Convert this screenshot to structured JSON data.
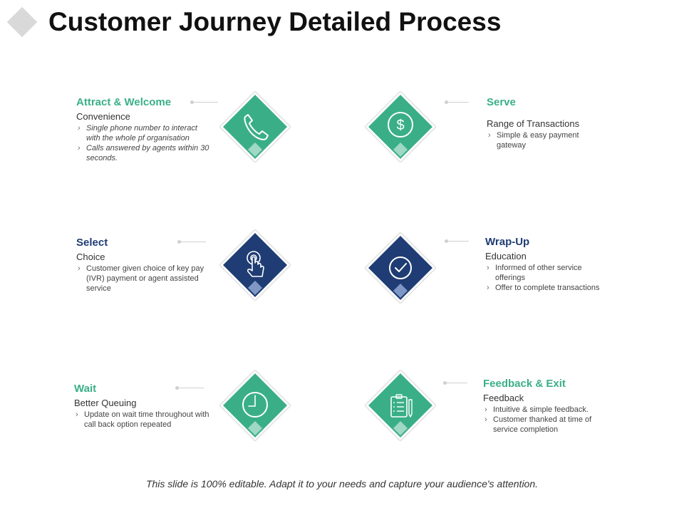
{
  "title": "Customer Journey Detailed Process",
  "footer": "This slide is 100% editable. Adapt it to your needs and capture your audience's attention.",
  "colors": {
    "green": "#3aaf87",
    "navy": "#1f3d74"
  },
  "stages": {
    "attract": {
      "heading": "Attract & Welcome",
      "subheading": "Convenience",
      "bullets": [
        "Single phone number to interact with the whole pf organisation",
        "Calls answered by agents within 30 seconds."
      ],
      "icon": "phone-icon"
    },
    "serve": {
      "heading": "Serve",
      "subheading": "Range of Transactions",
      "bullets": [
        "Simple & easy payment gateway"
      ],
      "icon": "dollar-icon"
    },
    "select": {
      "heading": "Select",
      "subheading": "Choice",
      "bullets": [
        "Customer given choice of key pay (IVR) payment or agent assisted service"
      ],
      "icon": "touch-icon"
    },
    "wrapup": {
      "heading": "Wrap-Up",
      "subheading": "Education",
      "bullets": [
        "Informed of other service offerings",
        "Offer to complete transactions"
      ],
      "icon": "check-icon"
    },
    "wait": {
      "heading": "Wait",
      "subheading": "Better Queuing",
      "bullets": [
        "Update on wait time throughout with call back option repeated"
      ],
      "icon": "clock-icon"
    },
    "feedback": {
      "heading": "Feedback & Exit",
      "subheading": "Feedback",
      "bullets": [
        "Intuitive & simple feedback.",
        "Customer thanked at time of service completion"
      ],
      "icon": "clipboard-icon"
    }
  }
}
